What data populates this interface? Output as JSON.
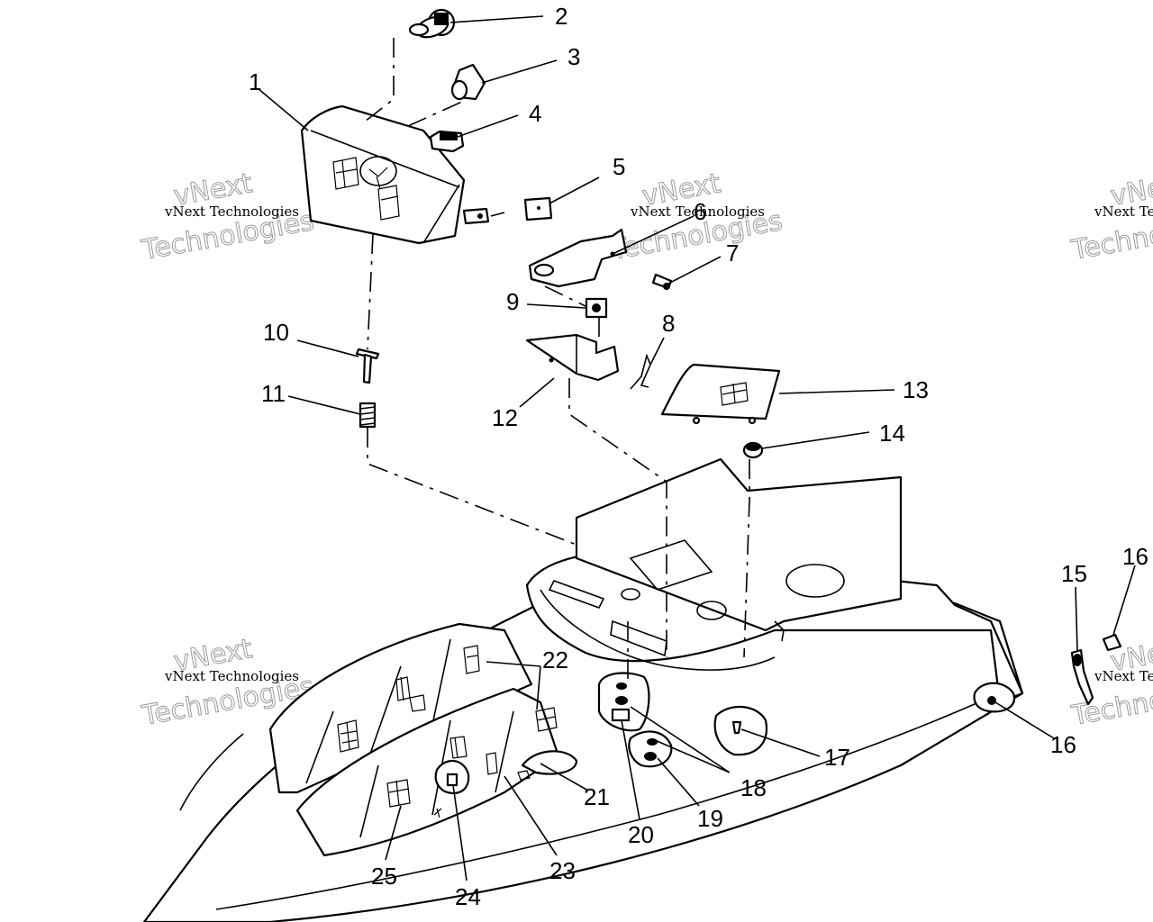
{
  "callouts": [
    {
      "id": "c1",
      "label": "1"
    },
    {
      "id": "c2",
      "label": "2"
    },
    {
      "id": "c3",
      "label": "3"
    },
    {
      "id": "c4",
      "label": "4"
    },
    {
      "id": "c5",
      "label": "5"
    },
    {
      "id": "c6",
      "label": "6"
    },
    {
      "id": "c7",
      "label": "7"
    },
    {
      "id": "c8",
      "label": "8"
    },
    {
      "id": "c9",
      "label": "9"
    },
    {
      "id": "c10",
      "label": "10"
    },
    {
      "id": "c11",
      "label": "11"
    },
    {
      "id": "c12",
      "label": "12"
    },
    {
      "id": "c13",
      "label": "13"
    },
    {
      "id": "c14",
      "label": "14"
    },
    {
      "id": "c15",
      "label": "15"
    },
    {
      "id": "c16a",
      "label": "16"
    },
    {
      "id": "c16b",
      "label": "16"
    },
    {
      "id": "c17",
      "label": "17"
    },
    {
      "id": "c18",
      "label": "18"
    },
    {
      "id": "c19",
      "label": "19"
    },
    {
      "id": "c20",
      "label": "20"
    },
    {
      "id": "c21",
      "label": "21"
    },
    {
      "id": "c22",
      "label": "22"
    },
    {
      "id": "c23",
      "label": "23"
    },
    {
      "id": "c24",
      "label": "24"
    },
    {
      "id": "c25",
      "label": "25"
    }
  ],
  "watermark": {
    "small": "vNext Technologies",
    "large_line1": "vNext",
    "large_line2": "Technologies"
  }
}
